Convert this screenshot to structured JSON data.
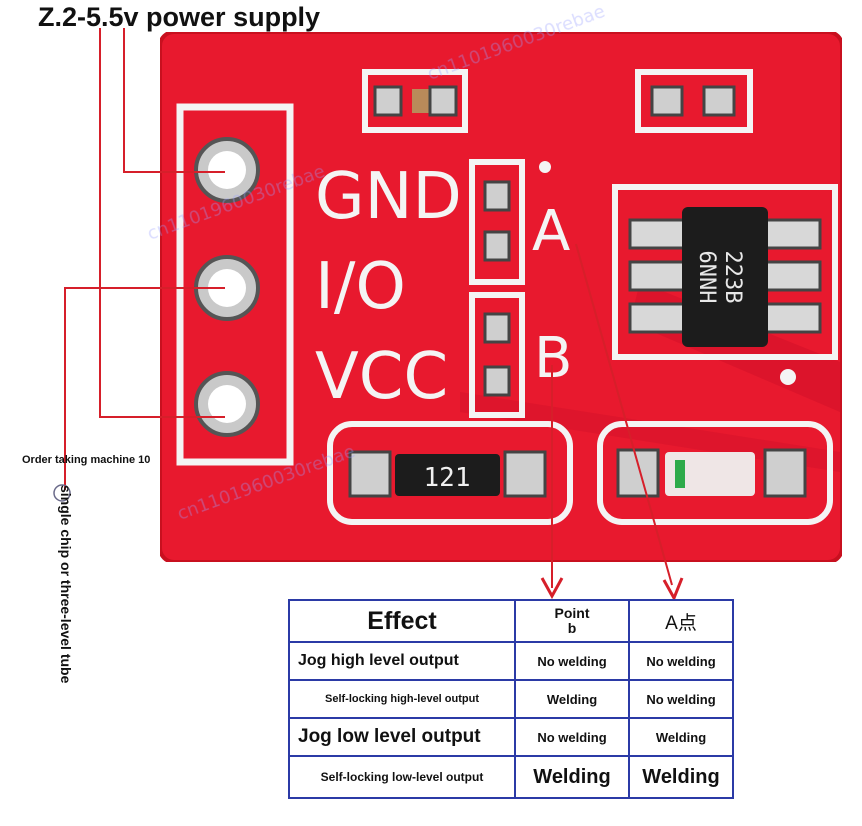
{
  "title": "Z.2-5.5v power supply",
  "board": {
    "silkscreen": {
      "gnd": "GND",
      "io": "I/O",
      "vcc": "VCC",
      "point_a": "A",
      "point_b": "B",
      "ic_line1": "223B",
      "ic_line2": "6NNH",
      "resistor": "121"
    },
    "colors": {
      "pcb": "#e8192e",
      "pcb_edge": "#c8101f",
      "silk": "#f4f4f4",
      "ic": "#1c1c1c",
      "wire": "#d61f2a"
    }
  },
  "side_label": "Order taking machine 10",
  "vertical_label": "single chip or three-level tube",
  "table": {
    "header": {
      "effect": "Effect",
      "point_b_line1": "Point",
      "point_b_line2": "b",
      "point_a": "A点"
    },
    "rows": [
      {
        "label": "Jog high level output",
        "b": "No welding",
        "a": "No welding"
      },
      {
        "label": "Self-locking high-level output",
        "b": "Welding",
        "a": "No welding"
      },
      {
        "label": "Jog low level output",
        "b": "No welding",
        "a": "Welding"
      },
      {
        "label": "Self-locking low-level output",
        "b": "Welding",
        "a": "Welding"
      }
    ]
  }
}
